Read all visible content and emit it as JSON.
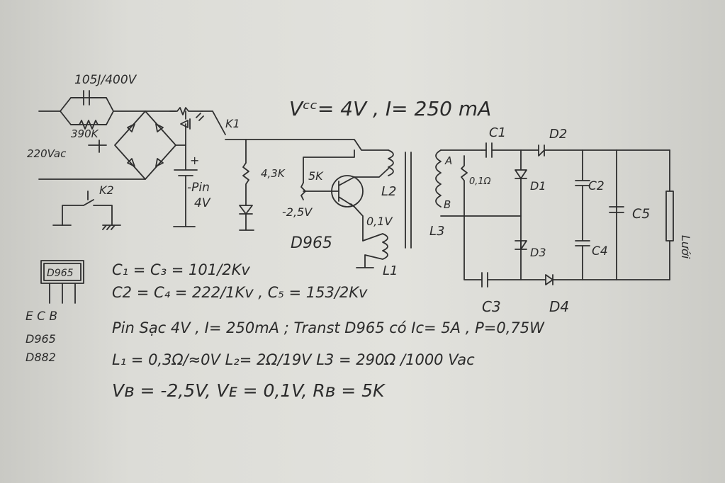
{
  "circuit": {
    "top_cap": "105J/400V",
    "resistor_main": "390K",
    "mains": "220Vac",
    "supply_spec": "Vᶜᶜ= 4V , I= 250 mA",
    "switch_k1": "K1",
    "switch_k2": "K2",
    "battery_plus": "+",
    "battery": [
      "-Pin",
      "4V"
    ],
    "r_43k": "4,3K",
    "r_5k": "5K",
    "vb_label": "-2,5V",
    "ve_label": "0,1V",
    "transistor_type": "D965",
    "l1": "L1",
    "l2": "L2",
    "l3": "L3",
    "node_a": "A",
    "node_b": "B",
    "r_01": "0,1Ω",
    "c1": "C1",
    "c2": "C2",
    "c3": "C3",
    "c4": "C4",
    "c5": "C5",
    "d1": "D1",
    "d2": "D2",
    "d3": "D3",
    "d4": "D4",
    "output": "Lưới",
    "package_label": "D965",
    "pins": "E C B",
    "equivalents": [
      "D965",
      "D882"
    ]
  },
  "notes": [
    "C₁ = C₃ = 101/2Kv",
    "C2 = C₄ = 222/1Kv , C₅ = 153/2Kv",
    "Pin Sạc 4V , I= 250mA ; Transt D965 có Iᴄ= 5A , P=0,75W",
    "L₁ = 0,3Ω/≈0V  L₂= 2Ω/19V  L3 = 290Ω /1000 Vac",
    "Vʙ = -2,5V, Vᴇ = 0,1V, Rʙ = 5K"
  ]
}
